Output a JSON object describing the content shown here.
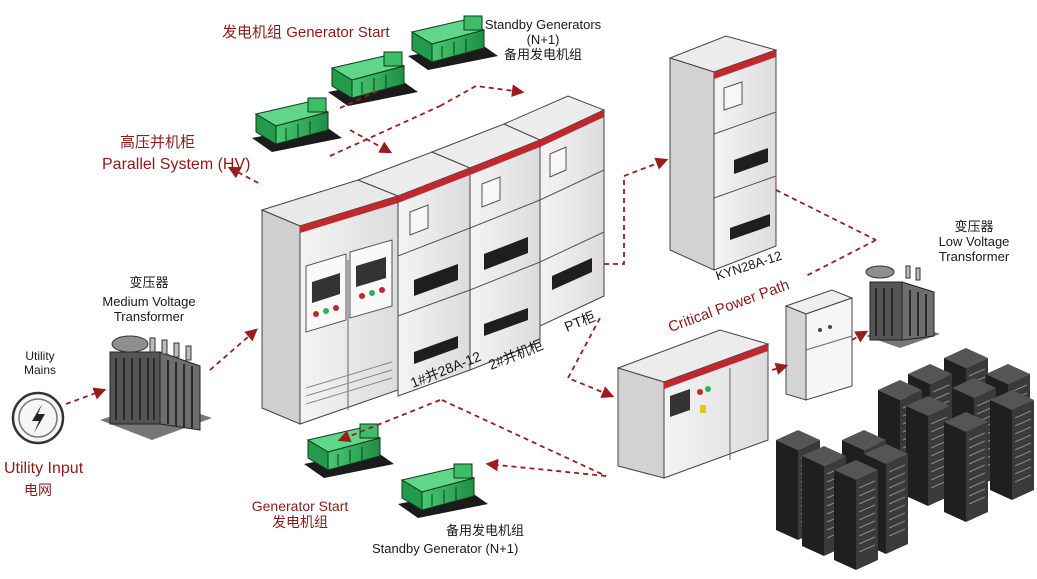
{
  "labels": {
    "gen_start_top_cn": "发电机组",
    "gen_start_top_en": "Generator Start",
    "standby_top_en1": "Standby Generators",
    "standby_top_en2": "(N+1)",
    "standby_top_cn": "备用发电机组",
    "parallel_cn": "高压并机柜",
    "parallel_en": "Parallel System (HV)",
    "mv_cn": "变压器",
    "mv_en1": "Medium Voltage",
    "mv_en2": "Transformer",
    "utility_mains1": "Utility",
    "utility_mains2": "Mains",
    "utility_input_en": "Utility Input",
    "utility_input_cn": "电网",
    "cab1": "1#并28A-12",
    "cab2": "2#并机柜",
    "cab3": "PT柜",
    "kyn": "KYN28A-12",
    "critical": "Critical Power Path",
    "lv_cn": "变压器",
    "lv_en1": "Low Voltage",
    "lv_en2": "Transformer",
    "gen_start_bottom_en": "Generator Start",
    "gen_start_bottom_cn": "发电机组",
    "standby_bottom_cn": "备用发电机组",
    "standby_bottom_en": "Standby Generator (N+1)"
  },
  "colors": {
    "red_label": "#8b1a1a",
    "cabinet_red_stripe": "#c0282d",
    "generator_green": "#2eb35a",
    "arrow_red": "#9b1c1c",
    "server_dark": "#2b2b2b"
  },
  "icons": [
    "lightning-icon",
    "generator-icon",
    "transformer-icon",
    "server-rack-icon"
  ]
}
